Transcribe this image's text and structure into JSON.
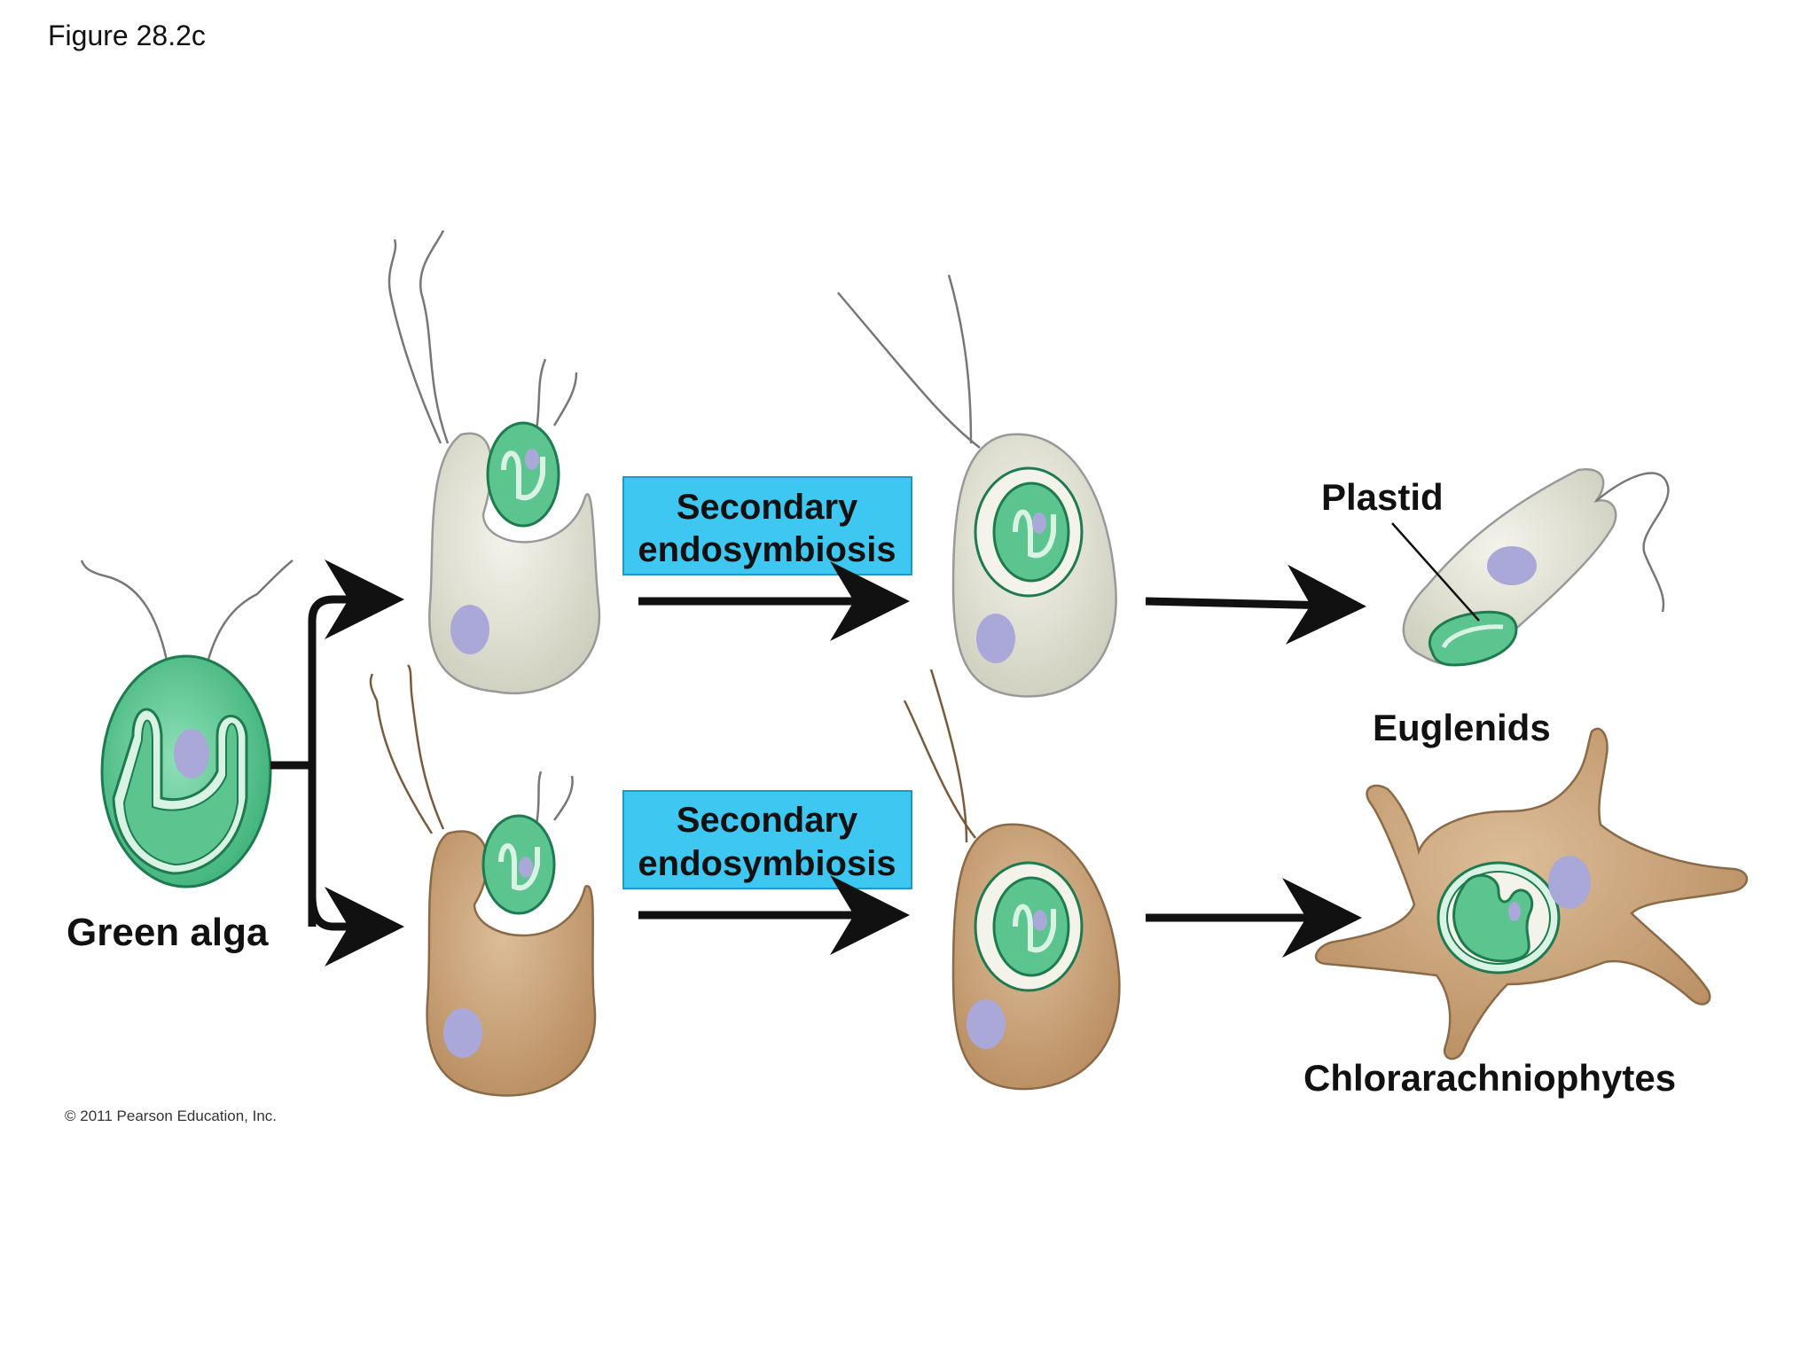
{
  "figure_title": "Figure 28.2c",
  "labels": {
    "green_alga": "Green alga",
    "process_top_line1": "Secondary",
    "process_top_line2": "endosymbiosis",
    "process_bottom_line1": "Secondary",
    "process_bottom_line2": "endosymbiosis",
    "plastid": "Plastid",
    "euglenids": "Euglenids",
    "chlorarachniophytes": "Chlorarachniophytes",
    "copyright": "© 2011 Pearson Education, Inc."
  },
  "colors": {
    "green_cell": "#6fcf9f",
    "green_dark": "#1e7a4f",
    "pale_host": "#dcdccd",
    "tan_host": "#c9a57f",
    "nucleus": "#a9a8d8",
    "process_box": "#3ec7f0",
    "arrow": "#111111"
  }
}
